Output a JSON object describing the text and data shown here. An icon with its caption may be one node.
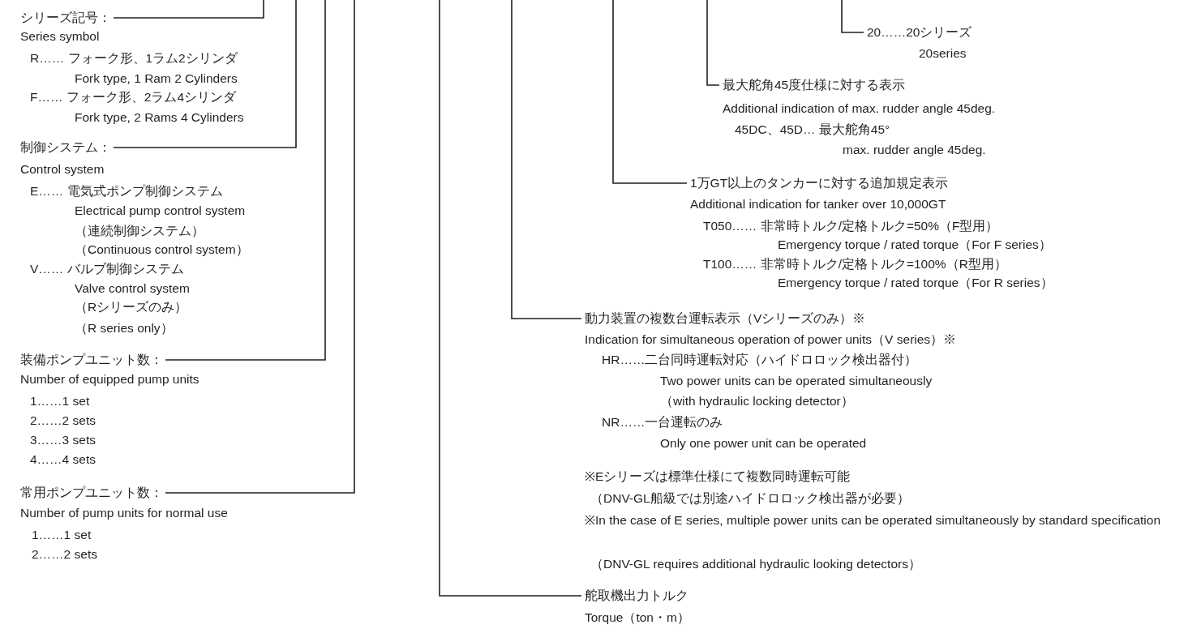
{
  "diagram": {
    "nodes": [
      {
        "text": [
          "シリーズ記号：",
          "Series symbol",
          "R…… フォーク形、1ラム2シリンダ",
          "Fork type, 1 Ram 2 Cylinders",
          "F…… フォーク形、2ラム4シリンダ",
          "Fork type, 2 Rams 4 Cylinders"
        ]
      },
      {
        "text": [
          "制御システム：",
          "Control system",
          "E…… 電気式ポンプ制御システム",
          "Electrical pump control system",
          "（連続制御システム）",
          "（Continuous control system）",
          "V…… バルブ制御システム",
          "Valve control system",
          "（Rシリーズのみ）",
          "（R series only）"
        ]
      },
      {
        "text": [
          "装備ポンプユニット数：",
          "Number of equipped pump units",
          "1……1 set",
          "2……2 sets",
          "3……3 sets",
          "4……4 sets"
        ]
      },
      {
        "text": [
          "常用ポンプユニット数：",
          "Number of pump units for normal use",
          "1……1 set",
          "2……2 sets"
        ]
      },
      {
        "text": [
          "20……20シリーズ",
          "20series"
        ]
      },
      {
        "text": [
          "最大舵角45度仕様に対する表示",
          "Additional indication of max. rudder angle 45deg.",
          "45DC、45D… 最大舵角45°",
          "max. rudder angle 45deg."
        ]
      },
      {
        "text": [
          "1万GT以上のタンカーに対する追加規定表示",
          "Additional indication for tanker over 10,000GT",
          "T050…… 非常時トルク/定格トルク=50%（F型用）",
          "Emergency torque / rated torque（For F series）",
          "T100…… 非常時トルク/定格トルク=100%（R型用）",
          "Emergency torque / rated torque（For R series）"
        ]
      },
      {
        "text": [
          "動力装置の複数台運転表示（Vシリーズのみ）※",
          "Indication for simultaneous operation of power units（V series）※",
          "HR……二台同時運転対応（ハイドロロック検出器付）",
          "Two power units can be operated simultaneously",
          "（with hydraulic locking detector）",
          "NR……一台運転のみ",
          "Only one power unit can be operated"
        ]
      },
      {
        "text": [
          "舵取機出力トルク",
          "Torque（ton・m）"
        ]
      }
    ],
    "edges": [
      {
        "from": null,
        "to": 0,
        "arrow": "none"
      },
      {
        "from": null,
        "to": 1,
        "arrow": "none"
      },
      {
        "from": null,
        "to": 2,
        "arrow": "none"
      },
      {
        "from": null,
        "to": 3,
        "arrow": "none"
      },
      {
        "from": null,
        "to": 4,
        "arrow": "none"
      },
      {
        "from": null,
        "to": 5,
        "arrow": "none"
      },
      {
        "from": null,
        "to": 6,
        "arrow": "none"
      },
      {
        "from": null,
        "to": 7,
        "arrow": "none"
      },
      {
        "from": null,
        "to": 8,
        "arrow": "none"
      }
    ],
    "labels": [
      "※Eシリーズは標準仕様にて複数同時運転可能",
      "（DNV-GL船級では別途ハイドロロック検出器が必要）",
      "※In the case of E series, multiple power units can be operated simultaneously by standard specification",
      "（DNV-GL requires additional hydraulic looking detectors）"
    ]
  }
}
